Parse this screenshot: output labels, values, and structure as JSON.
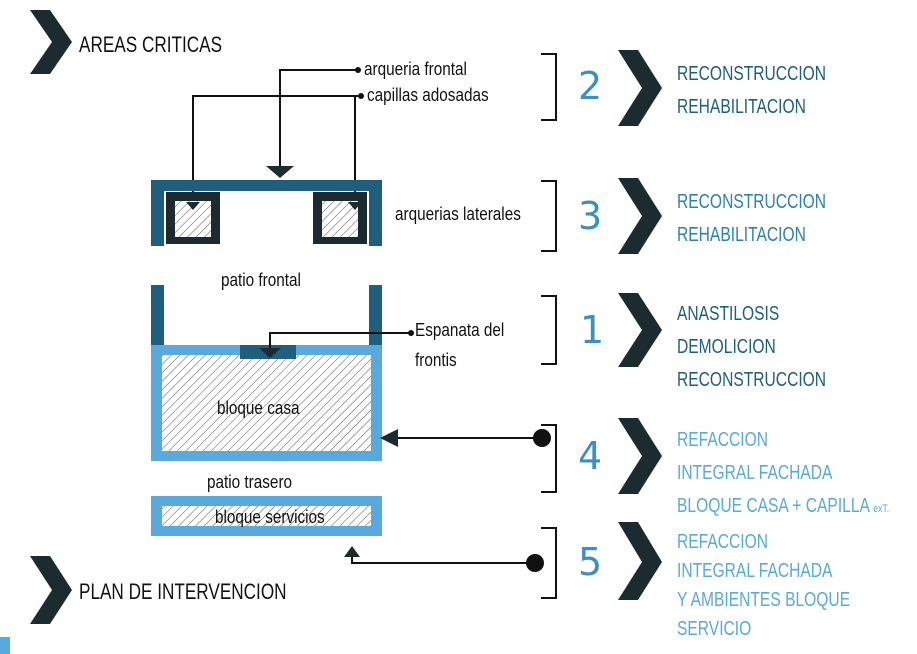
{
  "headers": {
    "areas": "AREAS CRITICAS",
    "plan": "PLAN DE INTERVENCION"
  },
  "labels": {
    "arqueria_frontal": "arqueria frontal",
    "capillas_adosadas": "capillas adosadas",
    "arquerias_laterales": "arquerias laterales",
    "patio_frontal": "patio frontal",
    "espanata_line1": "Espanata del",
    "espanata_line2": "frontis",
    "bloque_casa": "bloque casa",
    "patio_trasero": "patio trasero",
    "bloque_servicios": "bloque servicios"
  },
  "interventions": [
    {
      "number": "2",
      "lines": [
        "RECONSTRUCCION",
        "REHABILITACION"
      ]
    },
    {
      "number": "3",
      "lines": [
        "RECONSTRUCCION",
        "REHABILITACION"
      ]
    },
    {
      "number": "1",
      "lines": [
        "ANASTILOSIS",
        "DEMOLICION",
        "RECONSTRUCCION"
      ]
    },
    {
      "number": "4",
      "lines": [
        "REFACCION",
        "INTEGRAL FACHADA",
        "BLOQUE CASA + CAPILLA"
      ],
      "suffix": "exT."
    },
    {
      "number": "5",
      "lines": [
        "REFACCION",
        "INTEGRAL FACHADA",
        "Y AMBIENTES BLOQUE",
        "SERVICIO"
      ]
    }
  ],
  "colors": {
    "dark_teal": "#1f5e7d",
    "light_blue": "#5aa9dc",
    "number_blue": "#3d8fc0",
    "arrow_dark": "#1c2b30"
  }
}
